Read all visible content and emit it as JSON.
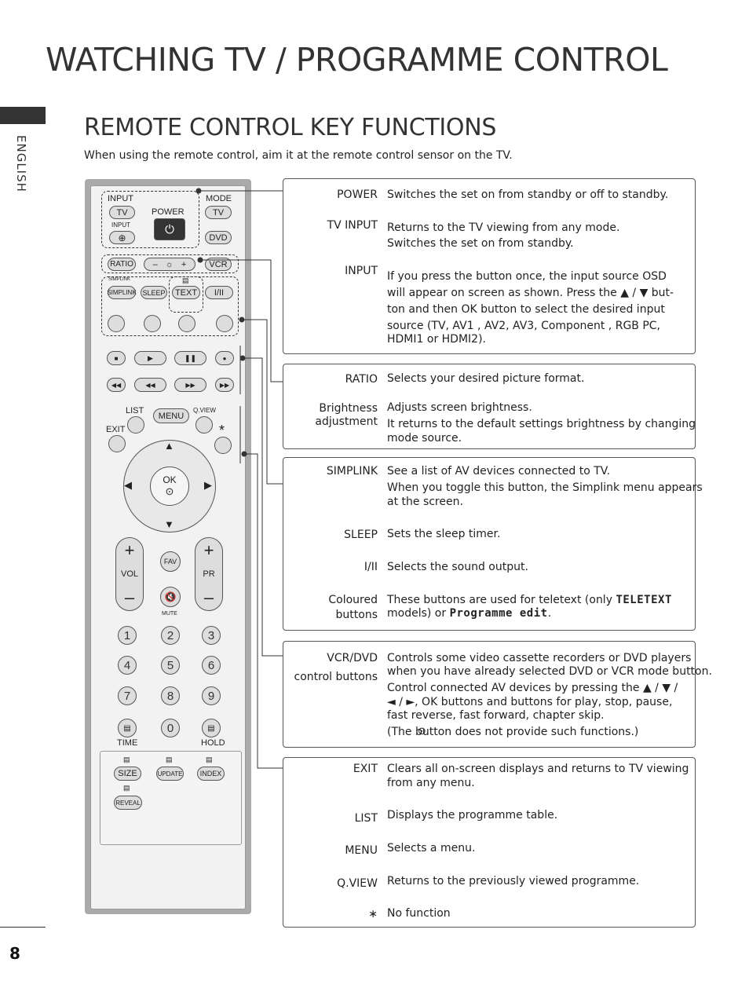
{
  "header": {
    "title": "WATCHING TV / PROGRAMME CONTROL"
  },
  "side_tab": {
    "language": "ENGLISH"
  },
  "section": {
    "title": "REMOTE CONTROL KEY FUNCTIONS",
    "intro": "When using the remote control, aim it at the remote control sensor on the TV."
  },
  "page_number": "8",
  "remote": {
    "input": "INPUT",
    "tv": "TV",
    "power": "POWER",
    "mode": "MODE",
    "mode_tv": "TV",
    "input_small": "INPUT",
    "dvd": "DVD",
    "ratio": "RATIO",
    "minus": "–",
    "plus": "+",
    "vcr": "VCR",
    "simplink_logo": "SIMPLINK",
    "simplink": "SIMPLINK",
    "sleep": "SLEEP",
    "text": "TEXT",
    "i_ii": "I/II",
    "list": "LIST",
    "menu": "MENU",
    "qview": "Q.VIEW",
    "exit": "EXIT",
    "star": "*",
    "ok": "OK",
    "vol": "VOL",
    "pr": "PR",
    "fav": "FAV",
    "mute": "MUTE",
    "nums": [
      "1",
      "2",
      "3",
      "4",
      "5",
      "6",
      "7",
      "8",
      "9",
      "0"
    ],
    "time": "TIME",
    "hold": "HOLD",
    "size": "SIZE",
    "update": "UPDATE",
    "index": "INDEX",
    "reveal": "REVEAL"
  },
  "boxes": [
    {
      "items": [
        {
          "key": "POWER",
          "lines": [
            "Switches the set on from standby or off to standby."
          ]
        },
        {
          "key": "TV INPUT",
          "lines": [
            "Returns to the TV viewing from any mode.",
            "Switches the set on from standby."
          ]
        },
        {
          "key": "INPUT",
          "lines": [
            "If you press the button once, the input source OSD",
            "will appear on screen as shown. Press the ▲ / ▼ but-",
            "ton and then OK button to select the desired input",
            "source (TV, AV1 , AV2, AV3, Component , RGB PC,",
            "HDMI1 or HDMI2)."
          ]
        }
      ]
    },
    {
      "items": [
        {
          "key": "RATIO",
          "lines": [
            "Selects your desired picture format."
          ]
        },
        {
          "key_lines": [
            "Brightness",
            "adjustment"
          ],
          "lines": [
            "Adjusts screen brightness.",
            "It returns to the default settings brightness by changing",
            "mode source."
          ]
        }
      ]
    },
    {
      "items": [
        {
          "key": "SIMPLINK",
          "lines": [
            "See a list of AV devices connected to TV.",
            "When you toggle this button, the Simplink menu appears",
            "at the screen."
          ]
        },
        {
          "key": "SLEEP",
          "lines": [
            "Sets the sleep timer."
          ]
        },
        {
          "key": "I/II",
          "lines": [
            "Selects the sound output."
          ]
        },
        {
          "key_lines": [
            "Coloured",
            "buttons"
          ],
          "lines_a": "These buttons are used for teletext (only ",
          "teletext_word": "TELETEXT",
          "lines_b": "models) or ",
          "prog_edit": "Programme edit",
          "lines_c": "."
        }
      ]
    },
    {
      "items": [
        {
          "key_lines": [
            "VCR/DVD",
            "control buttons"
          ],
          "lines": [
            "Controls some video cassette recorders or DVD players",
            "when you have already selected DVD or VCR mode button.",
            "Control connected AV devices by pressing the ▲ / ▼ /",
            "◄ / ►, OK buttons and buttons for play, stop, pause,",
            "fast reverse, fast forward, chapter skip.",
            "(The      button does not provide such functions.)"
          ]
        }
      ]
    },
    {
      "items": [
        {
          "key": "EXIT",
          "lines": [
            "Clears all on-screen displays and returns to TV viewing",
            "from any menu."
          ]
        },
        {
          "key": "LIST",
          "lines": [
            "Displays the programme table."
          ]
        },
        {
          "key": "MENU",
          "lines": [
            "Selects a menu."
          ]
        },
        {
          "key": "Q.VIEW",
          "lines": [
            "Returns to the previously viewed programme."
          ]
        },
        {
          "key": "∗",
          "lines": [
            "No function"
          ]
        }
      ]
    }
  ]
}
